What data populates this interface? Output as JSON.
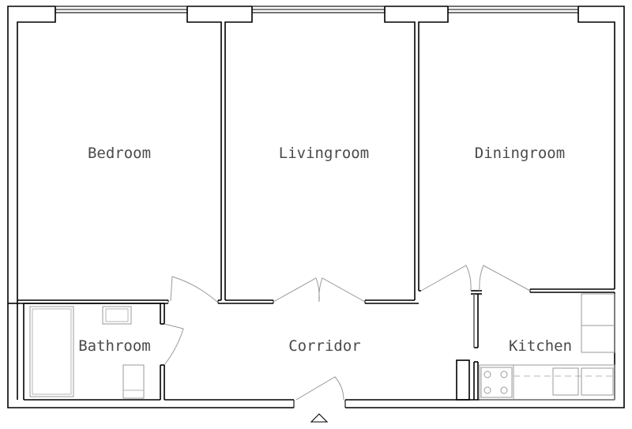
{
  "rooms": {
    "bedroom": "Bedroom",
    "livingroom": "Livingroom",
    "diningroom": "Diningroom",
    "bathroom": "Bathroom",
    "corridor": "Corridor",
    "kitchen": "Kitchen"
  },
  "icons": {
    "entrance": "entrance-arrow-icon"
  }
}
